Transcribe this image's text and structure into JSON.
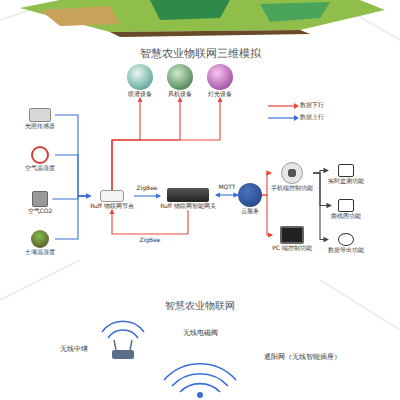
{
  "diagram": {
    "title": "智慧农业物联网三维模拟",
    "nodes": [
      {
        "text": [
          "喷灌设备"
        ]
      },
      {
        "text": [
          "风机设备"
        ]
      },
      {
        "text": [
          "灯光设备"
        ]
      },
      {
        "text": [
          "光照传感器"
        ]
      },
      {
        "text": [
          "空气温湿度"
        ]
      },
      {
        "text": [
          "空气CO2"
        ]
      },
      {
        "text": [
          "土壤温湿度"
        ]
      },
      {
        "text": [
          "Ruff 物联网节点"
        ]
      },
      {
        "text": [
          "Ruff 物联网智能网关"
        ]
      },
      {
        "text": [
          "云服务"
        ]
      },
      {
        "text": [
          "手机端控制功能"
        ]
      },
      {
        "text": [
          "PC 端控制功能"
        ]
      },
      {
        "text": [
          "实时监测功能"
        ]
      },
      {
        "text": [
          "曲线图功能"
        ]
      },
      {
        "text": [
          "数据导出功能"
        ]
      }
    ],
    "edges": [
      {
        "from": 3,
        "to": 7,
        "arrow": "to"
      },
      {
        "from": 4,
        "to": 7,
        "arrow": "to"
      },
      {
        "from": 5,
        "to": 7,
        "arrow": "to"
      },
      {
        "from": 6,
        "to": 7,
        "arrow": "to"
      },
      {
        "from": 7,
        "to": 8,
        "label": "ZigBee",
        "arrow": "to"
      },
      {
        "from": 8,
        "to": 9,
        "label": "MQTT",
        "arrow": "both"
      },
      {
        "from": 8,
        "to": 7,
        "label": "ZigBee",
        "arrow": "to"
      },
      {
        "from": 7,
        "to": 0,
        "arrow": "to"
      },
      {
        "from": 7,
        "to": 1,
        "arrow": "to"
      },
      {
        "from": 7,
        "to": 2,
        "arrow": "to"
      },
      {
        "from": 9,
        "to": 10,
        "arrow": "to"
      },
      {
        "from": 9,
        "to": 11,
        "arrow": "to"
      },
      {
        "from": 10,
        "to": 12,
        "arrow": "to"
      },
      {
        "from": 10,
        "to": 13,
        "arrow": "to"
      },
      {
        "from": 10,
        "to": 14,
        "arrow": "to"
      }
    ],
    "labels": [
      "智慧农业物联网",
      "无线中继",
      "无线电磁阀",
      "遮阳网（无线智能插座）"
    ],
    "legend": [
      {
        "text": "数据下行"
      },
      {
        "text": "数据上行"
      }
    ]
  }
}
